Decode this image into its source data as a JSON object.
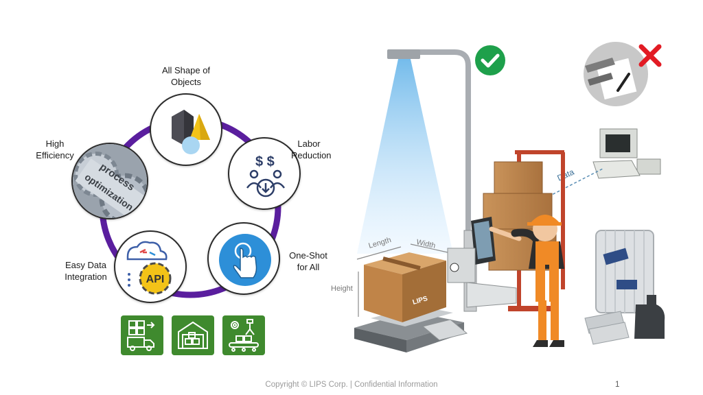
{
  "wheel": {
    "center_label": "",
    "features": [
      {
        "id": "shape",
        "label_line1": "All Shape of",
        "label_line2": "Objects"
      },
      {
        "id": "labor",
        "label_line1": "Labor",
        "label_line2": "Reduction"
      },
      {
        "id": "oneshot",
        "label_line1": "One-Shot",
        "label_line2": "for All"
      },
      {
        "id": "integration",
        "label_line1": "Easy Data",
        "label_line2": "Integration"
      },
      {
        "id": "efficiency",
        "label_line1": "High",
        "label_line2": "Efficiency"
      }
    ],
    "gear_text_1": "process",
    "gear_text_2": "optimization",
    "api_text": "API",
    "dollar_text": "$ $",
    "ring_color": "#5a1e9e"
  },
  "scene": {
    "dim_length": "Length",
    "dim_width": "Width",
    "dim_height": "Height",
    "data_label": "Data",
    "box_brand": "LIPS",
    "check_color": "#1ea04b",
    "cross_color": "#e21b24"
  },
  "footer": {
    "copyright": "Copyright © LIPS Corp. | Confidential Information",
    "page_number": "1"
  },
  "tiles_color": "#3f8a2e"
}
